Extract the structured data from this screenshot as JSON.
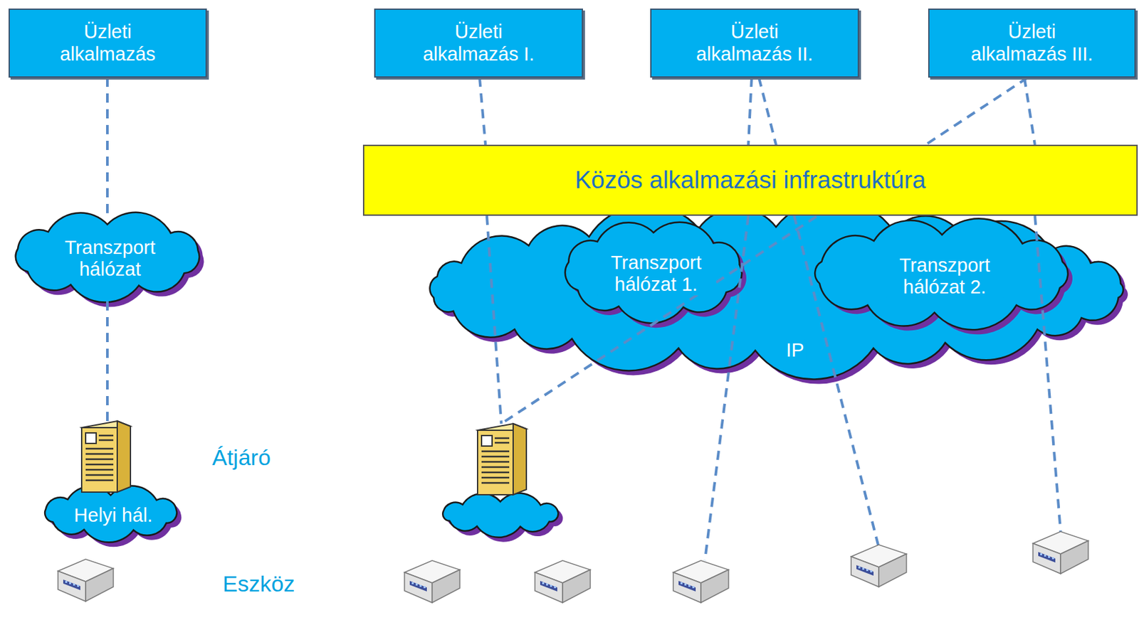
{
  "diagram": {
    "nodes": [
      {
        "text": [
          "Üzleti alkalmazás"
        ]
      },
      {
        "text": [
          "Transzport hálózat"
        ]
      },
      {
        "text": [
          "Helyi hál."
        ]
      },
      {
        "text": [
          "Üzleti alkalmazás I."
        ]
      },
      {
        "text": [
          "Üzleti alkalmazás II."
        ]
      },
      {
        "text": [
          "Üzleti alkalmazás III."
        ]
      },
      {
        "text": [
          "Közös alkalmazási infrastruktúra"
        ]
      },
      {
        "text": [
          "IP"
        ]
      },
      {
        "text": [
          "Transzport hálózat 1."
        ],
        "in": 7
      },
      {
        "text": [
          "Transzport hálózat 2."
        ],
        "in": 7
      }
    ],
    "edges": [
      {
        "from": 0,
        "to": 1,
        "arrow": "none"
      },
      {
        "from": 3,
        "to": 6,
        "arrow": "none"
      },
      {
        "from": 4,
        "to": 6,
        "arrow": "none"
      },
      {
        "from": 5,
        "to": 6,
        "arrow": "none"
      }
    ],
    "labels": [
      "Átjáró",
      "Eszköz"
    ]
  }
}
